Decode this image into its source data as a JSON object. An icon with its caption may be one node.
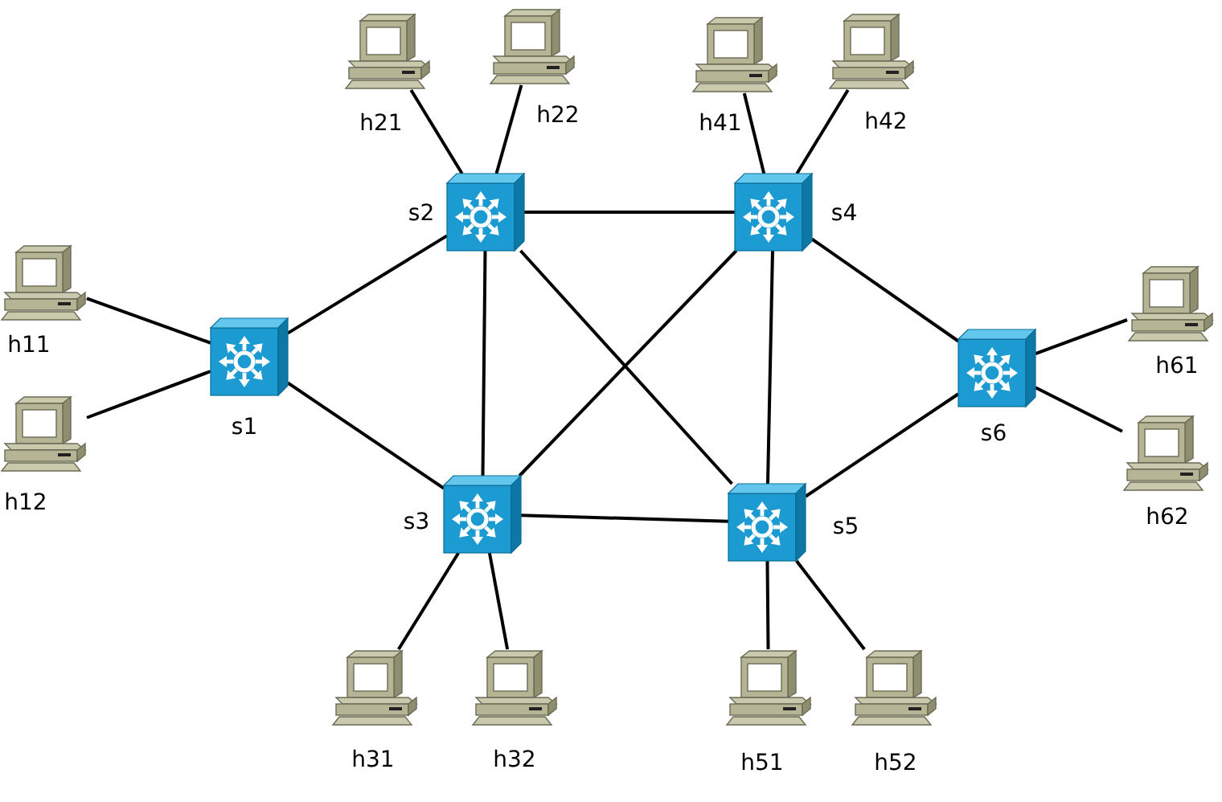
{
  "diagram": {
    "nodes": [
      {
        "text": [],
        "shape": "switch",
        "beside": [
          "s1"
        ]
      },
      {
        "text": [],
        "shape": "switch",
        "beside": [
          "s2"
        ]
      },
      {
        "text": [],
        "shape": "switch",
        "beside": [
          "s3"
        ]
      },
      {
        "text": [],
        "shape": "switch",
        "beside": [
          "s4"
        ]
      },
      {
        "text": [],
        "shape": "switch",
        "beside": [
          "s5"
        ]
      },
      {
        "text": [],
        "shape": "switch",
        "beside": [
          "s6"
        ]
      },
      {
        "text": [],
        "shape": "computer",
        "beside": [
          "h11"
        ]
      },
      {
        "text": [],
        "shape": "computer",
        "beside": [
          "h12"
        ]
      },
      {
        "text": [],
        "shape": "computer",
        "beside": [
          "h21"
        ]
      },
      {
        "text": [],
        "shape": "computer",
        "beside": [
          "h22"
        ]
      },
      {
        "text": [],
        "shape": "computer",
        "beside": [
          "h31"
        ]
      },
      {
        "text": [],
        "shape": "computer",
        "beside": [
          "h32"
        ]
      },
      {
        "text": [],
        "shape": "computer",
        "beside": [
          "h41"
        ]
      },
      {
        "text": [],
        "shape": "computer",
        "beside": [
          "h42"
        ]
      },
      {
        "text": [],
        "shape": "computer",
        "beside": [
          "h51"
        ]
      },
      {
        "text": [],
        "shape": "computer",
        "beside": [
          "h52"
        ]
      },
      {
        "text": [],
        "shape": "computer",
        "beside": [
          "h61"
        ]
      },
      {
        "text": [],
        "shape": "computer",
        "beside": [
          "h62"
        ]
      }
    ],
    "edges": [
      {
        "from": 0,
        "to": 6,
        "arrow": "none"
      },
      {
        "from": 0,
        "to": 7,
        "arrow": "none"
      },
      {
        "from": 0,
        "to": 1,
        "arrow": "none"
      },
      {
        "from": 0,
        "to": 2,
        "arrow": "none"
      },
      {
        "from": 1,
        "to": 8,
        "arrow": "none"
      },
      {
        "from": 1,
        "to": 9,
        "arrow": "none"
      },
      {
        "from": 1,
        "to": 3,
        "arrow": "none"
      },
      {
        "from": 1,
        "to": 2,
        "arrow": "none"
      },
      {
        "from": 1,
        "to": 4,
        "arrow": "none"
      },
      {
        "from": 2,
        "to": 3,
        "arrow": "none"
      },
      {
        "from": 2,
        "to": 4,
        "arrow": "none"
      },
      {
        "from": 2,
        "to": 10,
        "arrow": "none"
      },
      {
        "from": 2,
        "to": 11,
        "arrow": "none"
      },
      {
        "from": 3,
        "to": 12,
        "arrow": "none"
      },
      {
        "from": 3,
        "to": 13,
        "arrow": "none"
      },
      {
        "from": 3,
        "to": 4,
        "arrow": "none"
      },
      {
        "from": 3,
        "to": 5,
        "arrow": "none"
      },
      {
        "from": 4,
        "to": 5,
        "arrow": "none"
      },
      {
        "from": 4,
        "to": 14,
        "arrow": "none"
      },
      {
        "from": 4,
        "to": 15,
        "arrow": "none"
      },
      {
        "from": 5,
        "to": 16,
        "arrow": "none"
      },
      {
        "from": 5,
        "to": 17,
        "arrow": "none"
      }
    ]
  }
}
